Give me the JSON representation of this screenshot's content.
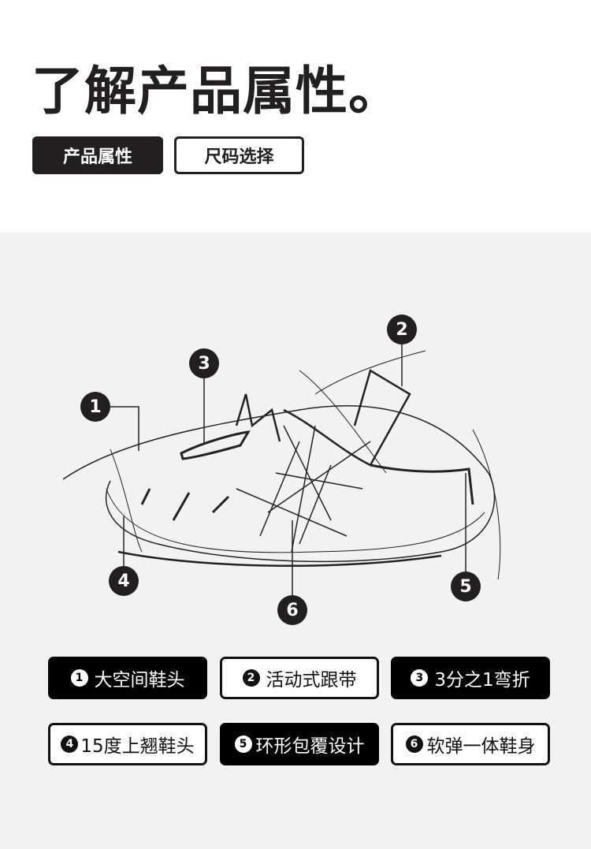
{
  "header": {
    "title": "了解产品属性。",
    "tabs": [
      {
        "label": "产品属性",
        "active": true
      },
      {
        "label": "尺码选择",
        "active": false
      }
    ]
  },
  "markers": [
    "1",
    "2",
    "3",
    "4",
    "5",
    "6"
  ],
  "features": [
    {
      "num": "1",
      "label": "大空间鞋头",
      "style": "dark"
    },
    {
      "num": "2",
      "label": "活动式跟带",
      "style": "light"
    },
    {
      "num": "3",
      "label": "3分之1弯折",
      "style": "dark"
    },
    {
      "num": "4",
      "label": "15度上翘鞋头",
      "style": "light"
    },
    {
      "num": "5",
      "label": "环形包覆设计",
      "style": "dark"
    },
    {
      "num": "6",
      "label": "软弹一体鞋身",
      "style": "light"
    }
  ],
  "colors": {
    "dark": "#231f20",
    "panel": "#f2f2f2"
  }
}
